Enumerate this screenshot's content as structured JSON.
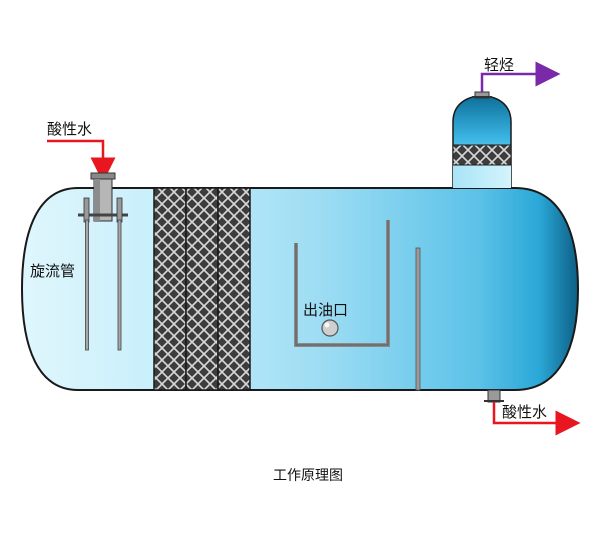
{
  "labels": {
    "acid_water_in": "酸性水",
    "light_hydrocarbon": "轻烃",
    "cyclone_tube": "旋流管",
    "oil_outlet": "出油口",
    "acid_water_out": "酸性水",
    "caption": "工作原理图"
  },
  "colors": {
    "acid_water_arrow": "#e8161e",
    "light_hydrocarbon_arrow": "#7a2aa8",
    "vessel_fill_light": "#d8f4fc",
    "vessel_fill_deep": "#1fa6d6",
    "packing_fill": "#3a3a3a"
  },
  "icons": {
    "inlet_flow": "arrow-down-icon",
    "outlet_flow": "arrow-right-icon",
    "oil_outlet_marker": "ball-icon"
  }
}
